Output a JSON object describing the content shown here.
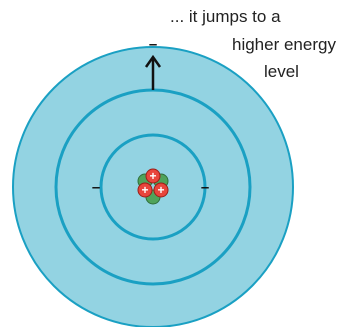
{
  "annotation": {
    "line1": "... it jumps to a",
    "line2": "higher energy",
    "line3": "level"
  },
  "electron_symbol": "–",
  "proton_symbol": "+",
  "colors": {
    "atom_fill": "#93d3e2",
    "orbit_stroke": "#1aa0c3",
    "proton": "#e8453c",
    "neutron": "#4fa35a",
    "arrow": "#111111"
  },
  "icons": {
    "arrow": "up-arrow-icon",
    "nucleus": "nucleus-icon"
  }
}
